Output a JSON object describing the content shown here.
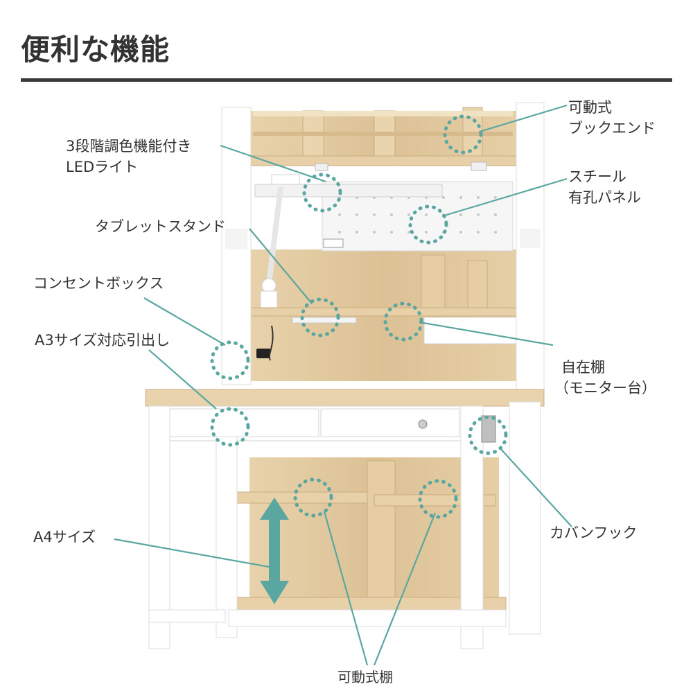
{
  "title": "便利な機能",
  "colors": {
    "accent": "#5aa6a0",
    "wood": "#e4cba2",
    "frame": "#ffffff",
    "text": "#333333",
    "rule": "#3a3a3a"
  },
  "labels": {
    "bookend": [
      "可動式",
      "ブックエンド"
    ],
    "led_light": [
      "3段階調色機能付き",
      "LEDライト"
    ],
    "steel_panel": [
      "スチール",
      "有孔パネル"
    ],
    "tablet_stand": "タブレットスタンド",
    "outlet_box": "コンセントボックス",
    "a3_drawer": "A3サイズ対応引出し",
    "shelf_monitor": [
      "自在棚",
      "（モニター台）"
    ],
    "a4_size": "A4サイズ",
    "bag_hook": "カバンフック",
    "movable_shelf": "可動式棚"
  }
}
